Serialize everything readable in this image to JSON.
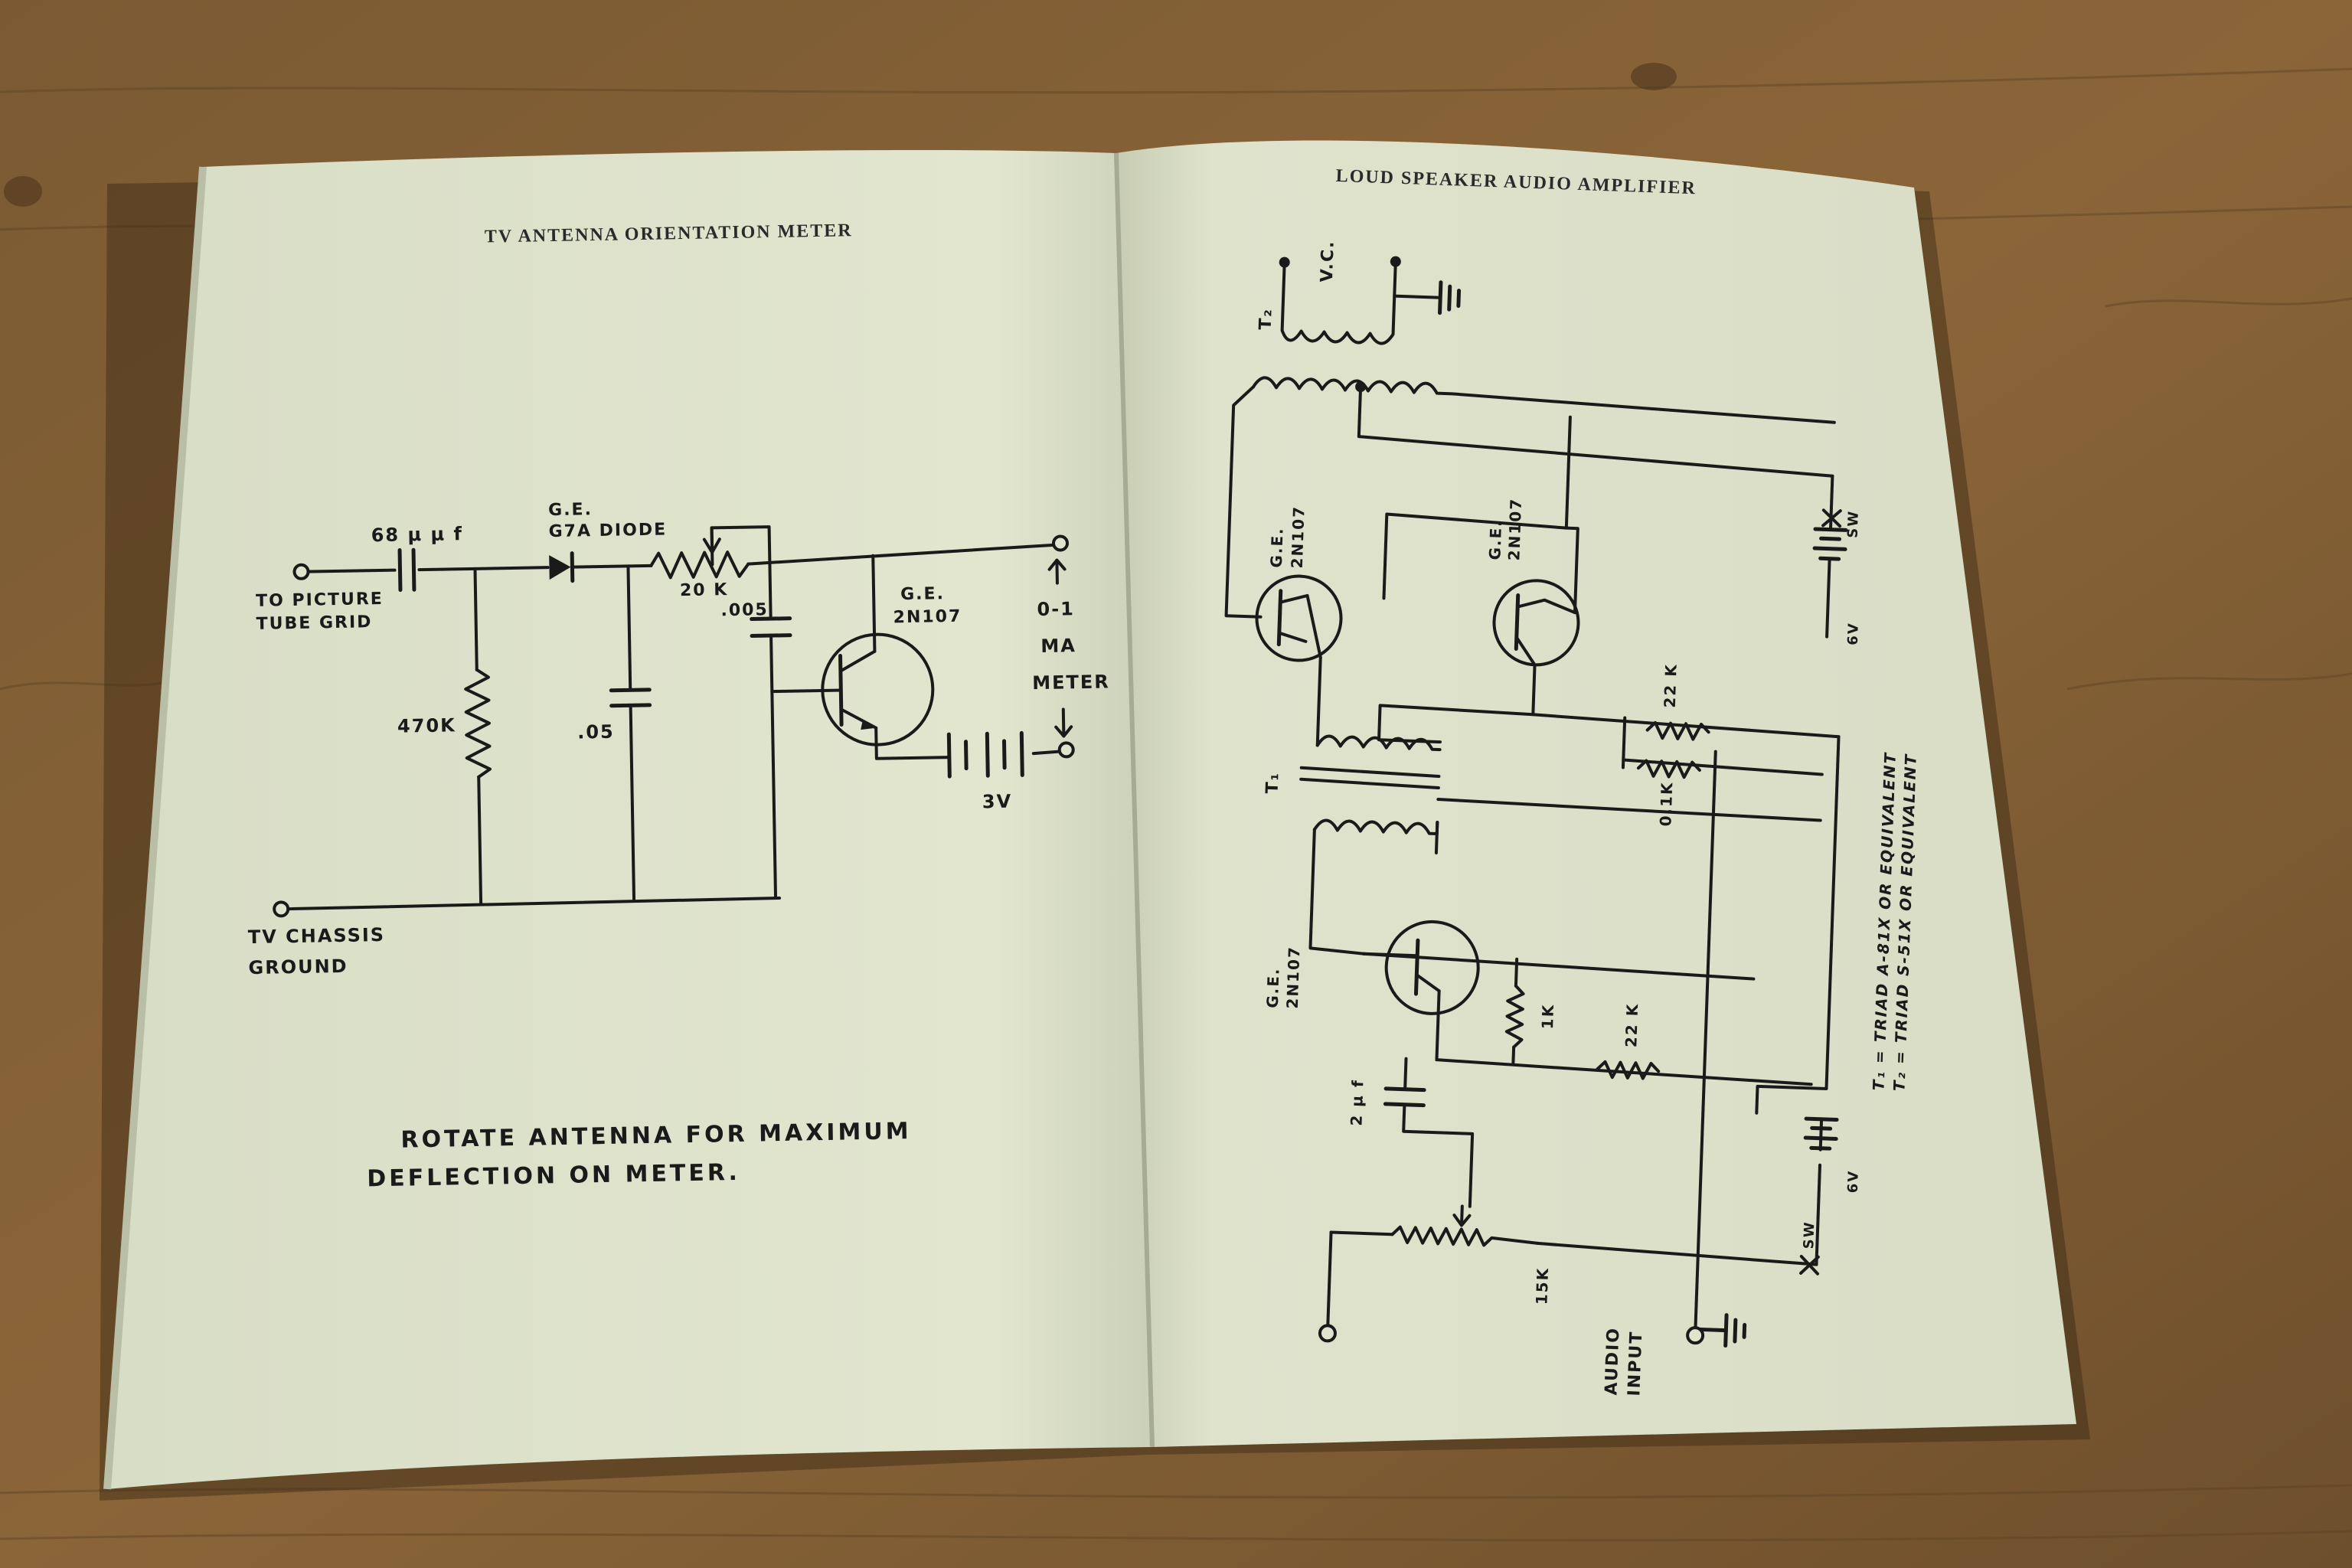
{
  "left_page": {
    "title": "TV ANTENNA ORIENTATION METER",
    "labels": {
      "cap1": "68 µ µ f",
      "diode_brand": "G.E.",
      "diode": "G7A DIODE",
      "pot": "20 K",
      "input1": "TO PICTURE",
      "input2": "TUBE GRID",
      "cap2": ".005",
      "tr_brand": "G.E.",
      "tr_model": "2N107",
      "meter1": "0-1",
      "meter2": "MA",
      "meter3": "METER",
      "res": "470K",
      "cap3": ".05",
      "battery": "3V",
      "ground1": "TV CHASSIS",
      "ground2": "GROUND"
    },
    "note_line1": "ROTATE ANTENNA FOR MAXIMUM",
    "note_line2": "DEFLECTION ON METER."
  },
  "right_page": {
    "title": "LOUD SPEAKER AUDIO AMPLIFIER",
    "labels": {
      "vc": "V.C.",
      "t2": "T₂",
      "t1": "T₁",
      "q1_brand": "G.E.",
      "q1_model": "2N107",
      "q2_brand": "G.E.",
      "q2_model": "2N107",
      "q3_brand": "G.E.",
      "q3_model": "2N107",
      "sw1": "SW",
      "bat1": "6V",
      "r22k_a": "22 K",
      "r01k": "0.1K",
      "r1k": "1K",
      "r22k_b": "22 K",
      "cap": "2 µ f",
      "pot": "15K",
      "bat2": "6V",
      "sw2": "SW",
      "audio1": "AUDIO",
      "audio2": "INPUT",
      "note1": "T₁ = TRIAD A-81X OR EQUIVALENT",
      "note2": "T₂ = TRIAD S-51X OR EQUIVALENT"
    }
  },
  "colors": {
    "wood": "#7a5a34",
    "paper": "#dfe4cc",
    "ink": "#1a1a1a"
  }
}
